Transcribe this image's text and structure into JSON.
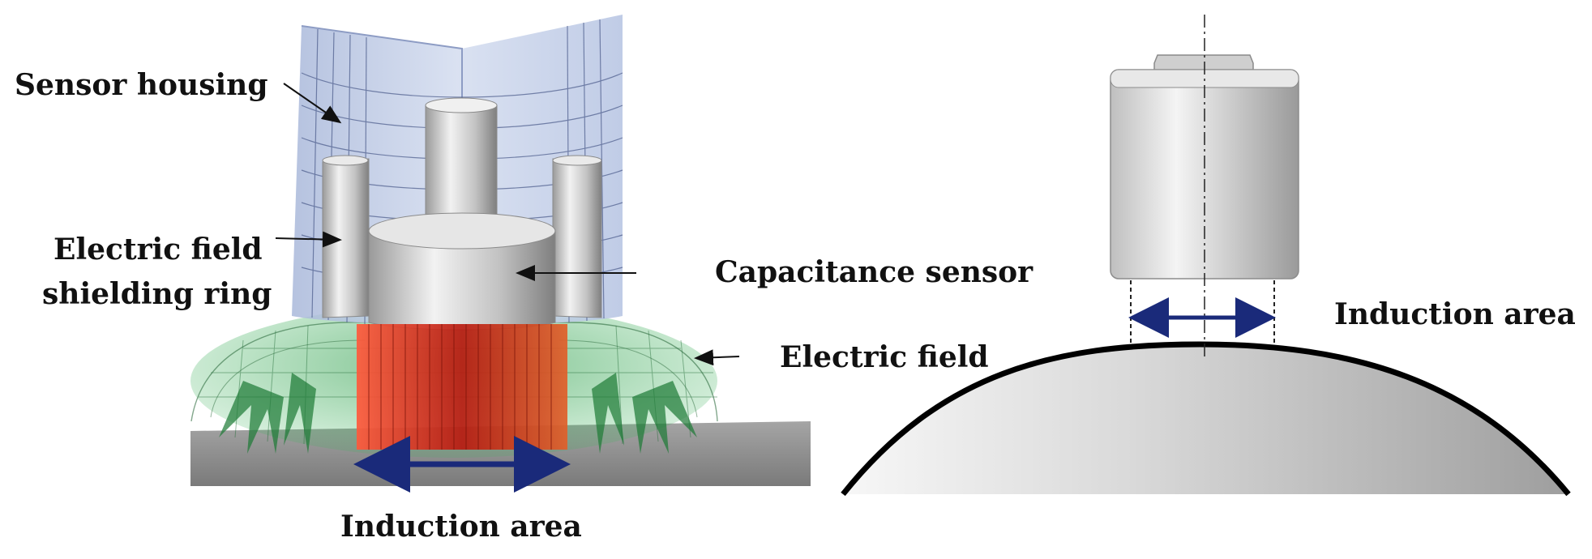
{
  "left_panel": {
    "labels": {
      "sensor_housing": "Sensor housing",
      "shield_line1": "Electric field",
      "shield_line2": "shielding ring",
      "capacitance_sensor": "Capacitance sensor",
      "electric_field": "Electric field",
      "induction_area": "Induction area"
    }
  },
  "right_panel": {
    "labels": {
      "induction_area": "Induction area"
    }
  },
  "colors": {
    "housing": "#b9c8e6",
    "metal": "#d8d8d8",
    "field": "#2e9a4a",
    "induction": "#d83a22",
    "arrow": "#1a2a7a",
    "surface": "#8f8f8f"
  },
  "icons": [
    "arrow-icon",
    "double-arrow-icon"
  ]
}
